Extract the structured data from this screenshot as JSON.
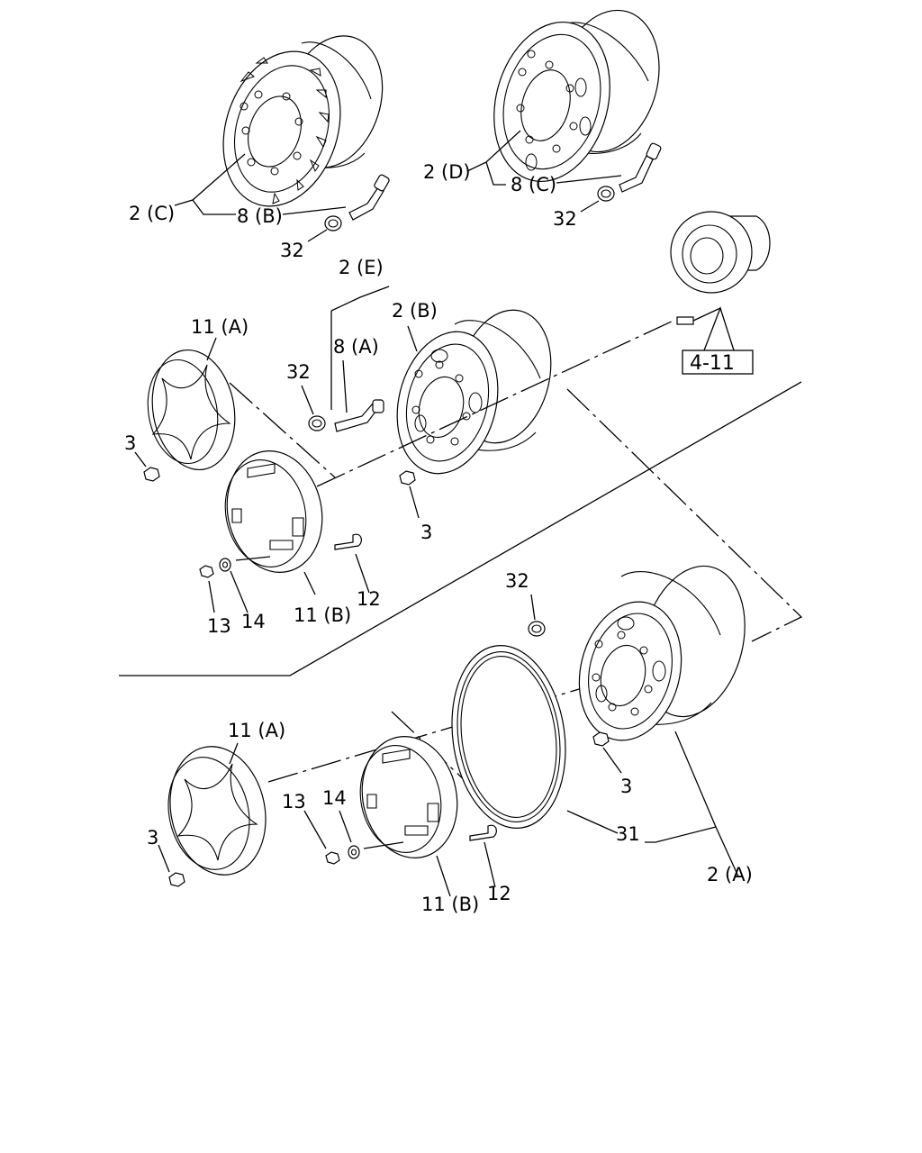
{
  "diagram": {
    "labels": {
      "c_wheel": "2 (C)",
      "c_valve": "8 (B)",
      "c_cap": "32",
      "d_wheel": "2 (D)",
      "d_valve": "8 (C)",
      "d_cap": "32",
      "e_assy": "2 (E)",
      "b_wheel": "2 (B)",
      "b_valve": "8 (A)",
      "b_cap": "32",
      "b_nut": "3",
      "up_cover_a": "11 (A)",
      "up_nut_a": "3",
      "up_cover_b": "11 (B)",
      "up_bolt": "12",
      "up_nut13": "13",
      "up_washer14": "14",
      "ref_box": "4-11",
      "a_cap": "32",
      "a_nut": "3",
      "a_wheel": "2 (A)",
      "a_ring": "31",
      "lo_cover_a": "11 (A)",
      "lo_nut_a": "3",
      "lo_nut13": "13",
      "lo_washer14": "14",
      "lo_bolt": "12",
      "lo_cover_b": "11 (B)"
    }
  }
}
